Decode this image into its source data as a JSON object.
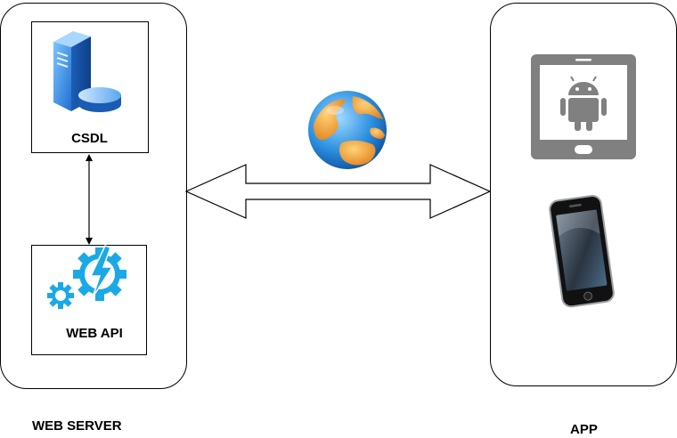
{
  "server": {
    "title": "WEB SERVER",
    "db_box": {
      "label": "CSDL",
      "icon": "database-server-icon"
    },
    "api_box": {
      "label": "WEB API",
      "icon": "gears-lightning-icon"
    }
  },
  "app": {
    "title": "APP",
    "devices": [
      {
        "icon": "android-tablet-icon"
      },
      {
        "icon": "smartphone-icon"
      }
    ]
  },
  "network": {
    "icon": "globe-icon"
  },
  "colors": {
    "server_blue": "#2f86d8",
    "api_cyan": "#1aa9e6",
    "tablet_gray": "#808080",
    "globe_ocean": "#2b8fe0",
    "globe_land": "#f5a623"
  }
}
